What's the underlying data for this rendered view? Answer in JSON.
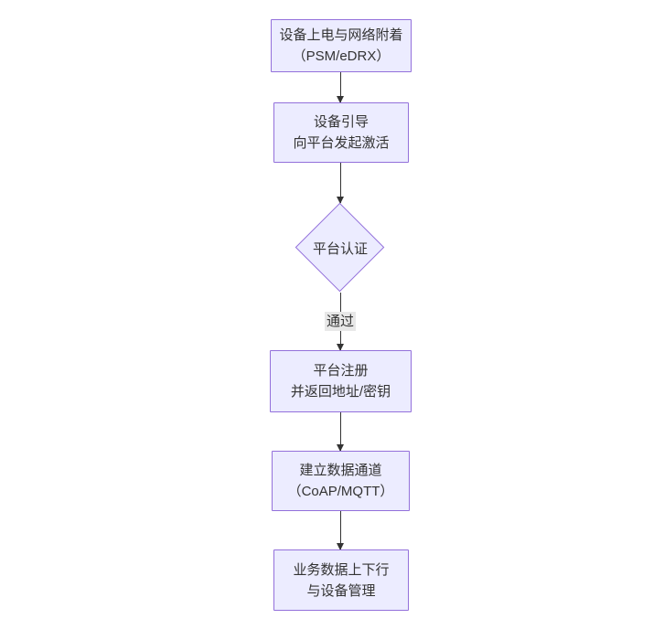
{
  "diagram": {
    "type": "flowchart",
    "direction": "top-down",
    "colors": {
      "canvas_bg": "#ffffff",
      "node_fill": "#ECECFF",
      "node_border": "#9370DB",
      "text_color": "#333333",
      "edge_color": "#333333",
      "edge_label_bg": "#e8e8e8"
    },
    "nodes": [
      {
        "id": "power-attach",
        "shape": "rect",
        "lines": [
          "设备上电与网络附着",
          "（PSM/eDRX）"
        ]
      },
      {
        "id": "bootstrap",
        "shape": "rect",
        "lines": [
          "设备引导",
          "向平台发起激活"
        ]
      },
      {
        "id": "platform-auth",
        "shape": "diamond",
        "lines": [
          "平台认证"
        ]
      },
      {
        "id": "register",
        "shape": "rect",
        "lines": [
          "平台注册",
          "并返回地址/密钥"
        ]
      },
      {
        "id": "data-channel",
        "shape": "rect",
        "lines": [
          "建立数据通道",
          "（CoAP/MQTT）"
        ]
      },
      {
        "id": "business-mgmt",
        "shape": "rect",
        "lines": [
          "业务数据上下行",
          "与设备管理"
        ]
      }
    ],
    "edges": [
      {
        "from": "power-attach",
        "to": "bootstrap",
        "label": ""
      },
      {
        "from": "bootstrap",
        "to": "platform-auth",
        "label": ""
      },
      {
        "from": "platform-auth",
        "to": "register",
        "label": "通过"
      },
      {
        "from": "register",
        "to": "data-channel",
        "label": ""
      },
      {
        "from": "data-channel",
        "to": "business-mgmt",
        "label": ""
      }
    ]
  }
}
